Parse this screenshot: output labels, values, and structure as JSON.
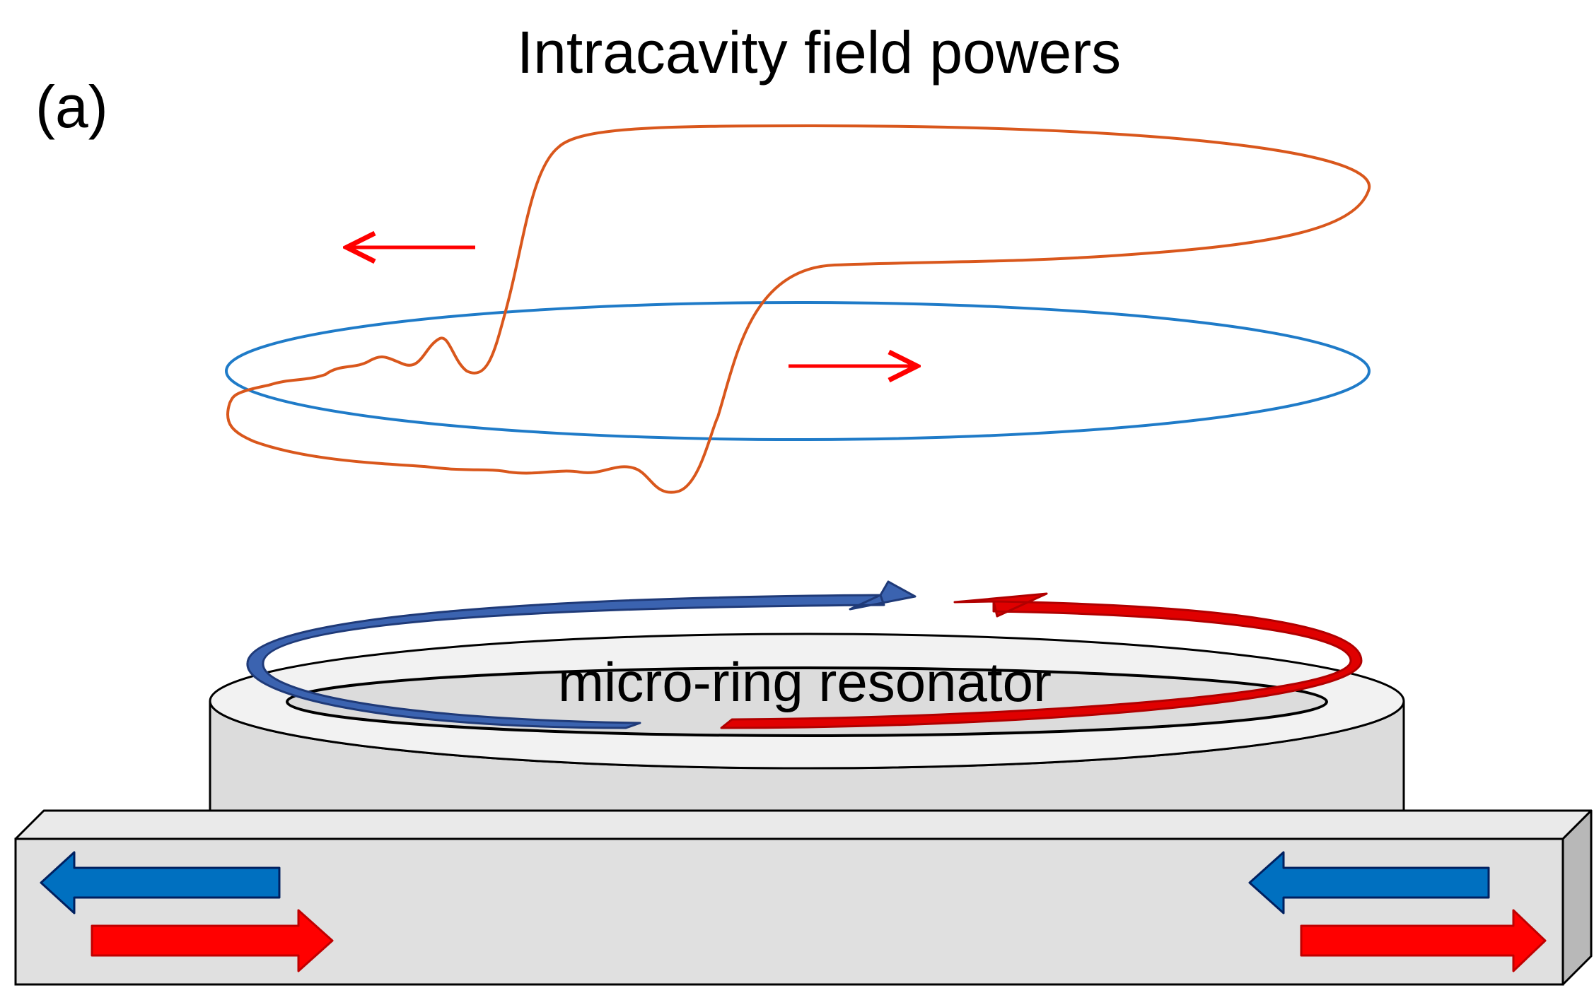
{
  "figure": {
    "title": "Intracavity field powers",
    "panel_label": "(a)",
    "device_label": "micro-ring resonator"
  },
  "colors": {
    "blue_field": "#1f7bc8",
    "orange_field": "#d9571c",
    "red_arrow": "#ff0000",
    "blue_arrow": "#0070c0",
    "ring_blue": "#2e4f9c",
    "ring_red": "#e00000",
    "cylinder": "#dcdcdc",
    "ring_top": "#f2f2f2",
    "waveguide": "#e0e0e0"
  }
}
